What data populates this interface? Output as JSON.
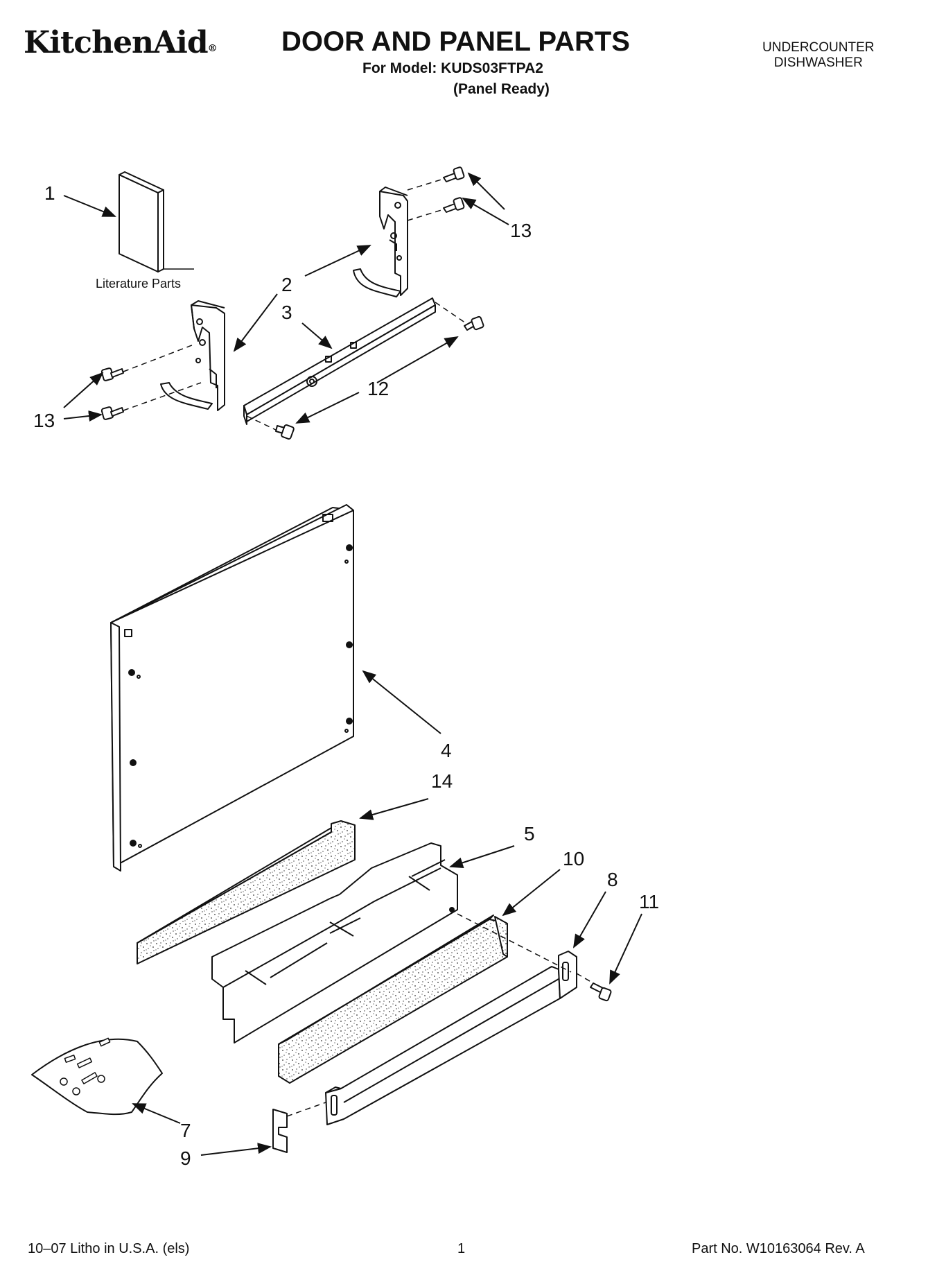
{
  "header": {
    "brand": "KitchenAid",
    "brand_mark": "®",
    "title": "DOOR AND PANEL PARTS",
    "model_line": "For Model: KUDS03FTPA2",
    "variant": "(Panel Ready)",
    "appliance_line1": "UNDERCOUNTER",
    "appliance_line2": "DISHWASHER"
  },
  "diagram": {
    "literature_caption": "Literature Parts",
    "callouts": {
      "c1": "1",
      "c2": "2",
      "c3": "3",
      "c4": "4",
      "c5": "5",
      "c7": "7",
      "c8": "8",
      "c9": "9",
      "c10": "10",
      "c11": "11",
      "c12": "12",
      "c13a": "13",
      "c13b": "13",
      "c14": "14"
    }
  },
  "footer": {
    "litho": "10–07 Litho in U.S.A. (els)",
    "page": "1",
    "part_no": "Part No. W10163064 Rev. A"
  }
}
